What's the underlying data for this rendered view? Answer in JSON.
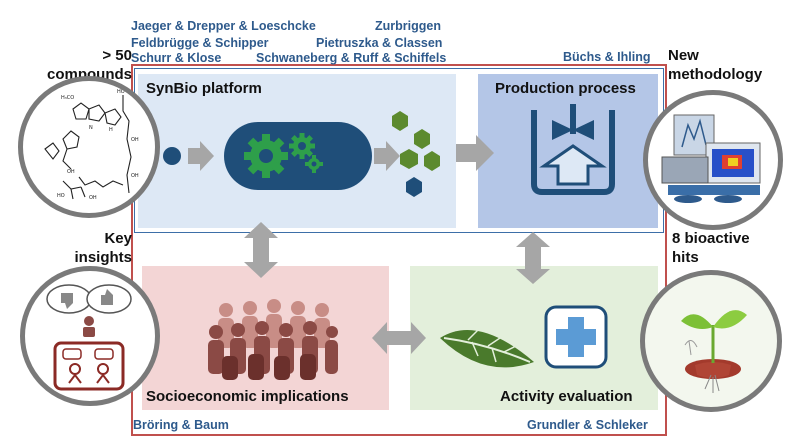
{
  "authors": {
    "a1": "Jaeger & Drepper & Loeschcke",
    "a2": "Zurbriggen",
    "a3": "Feldbrügge & Schipper",
    "a4": "Pietruszka & Classen",
    "a5": "Schurr & Klose",
    "a6": "Schwaneberg & Ruff & Schiffels",
    "a7": "Büchs & Ihling",
    "a8": "Bröring & Baum",
    "a9": "Grundler & Schleker"
  },
  "panels": {
    "synbio": "SynBio platform",
    "production": "Production process",
    "socio": "Socioeconomic implications",
    "activity": "Activity evaluation"
  },
  "side_labels": {
    "compounds_line1": "> 50",
    "compounds_line2": "compounds",
    "method_line1": "New",
    "method_line2": "methodology",
    "insights_line1": "Key",
    "insights_line2": "insights",
    "hits_line1": "8 bioactive",
    "hits_line2": "hits"
  },
  "colors": {
    "outer_frame": "#c0504d",
    "inner_frame": "#3d6fa8",
    "synbio_bg": "#dde8f5",
    "production_bg": "#b4c6e7",
    "socio_bg": "#f3d5d5",
    "activity_bg": "#e3efdb",
    "arrow": "#a6a6a6",
    "cell": "#1f4e79",
    "gear": "#2e9f4a",
    "hex_green": "#5c8a2e",
    "hex_blue": "#1f4e79",
    "people": "#8b4a45",
    "leaf": "#4a7a2c",
    "cross": "#5b9bd5"
  }
}
